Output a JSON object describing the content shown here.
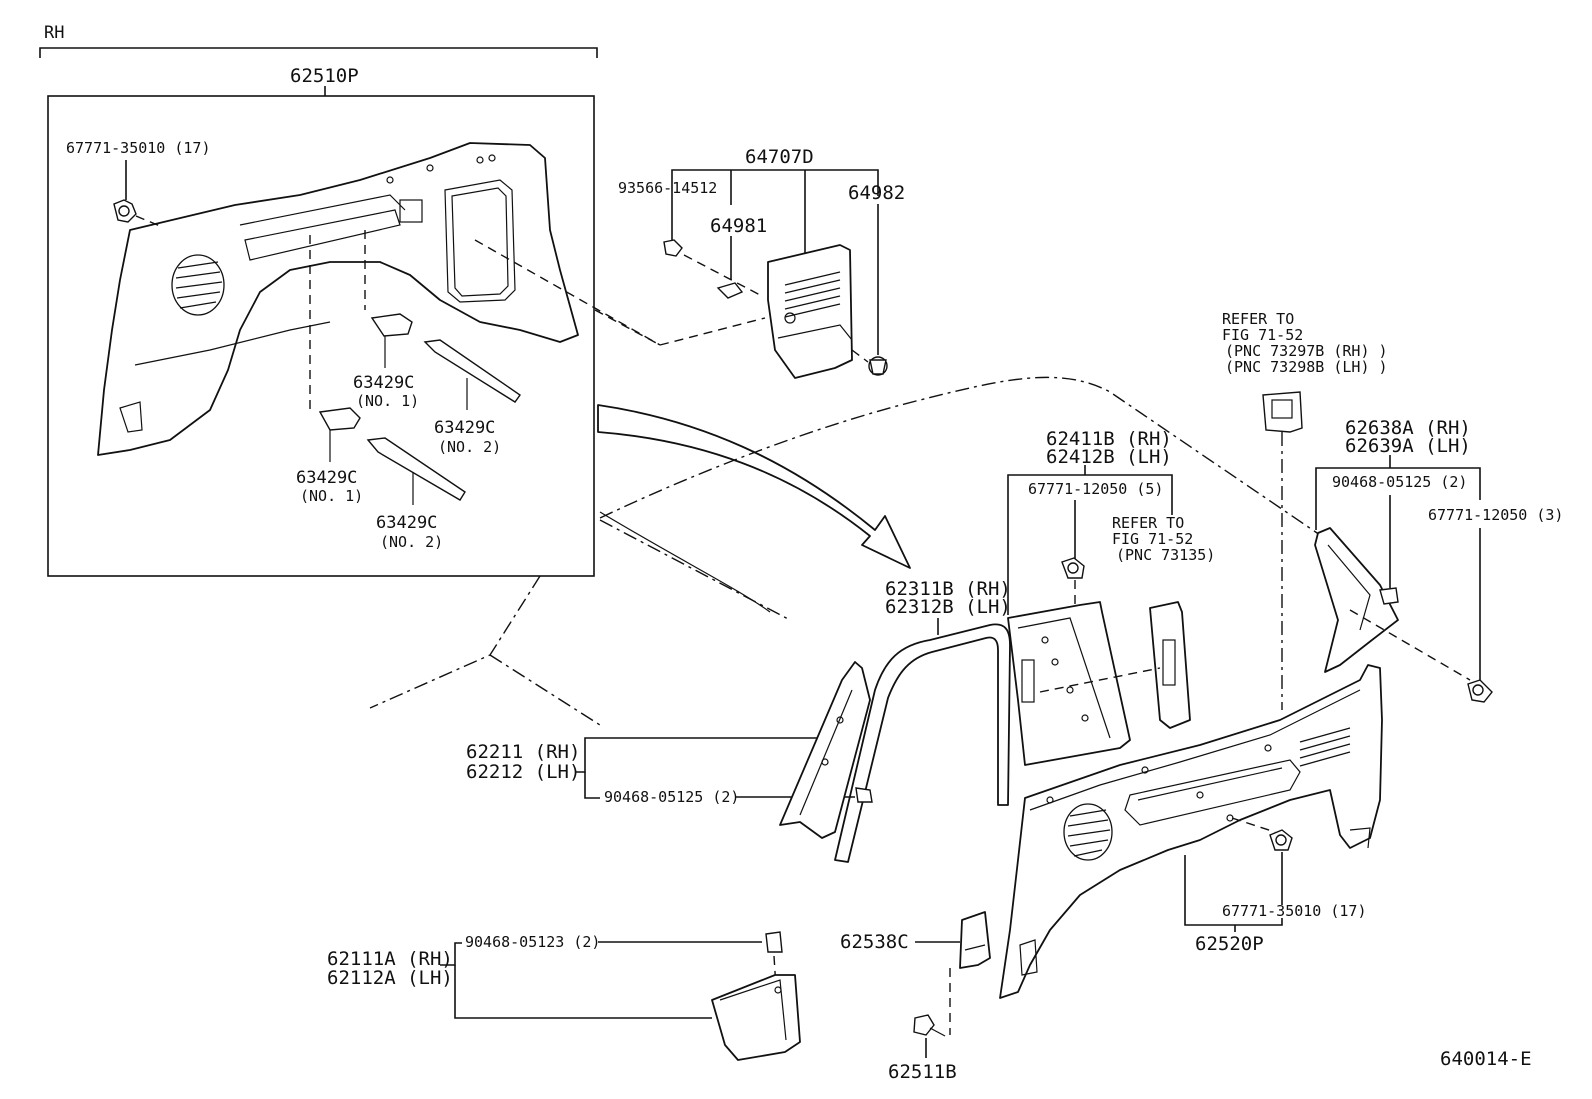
{
  "header": {
    "side": "RH"
  },
  "inset": {
    "assembly": "62510P"
  },
  "labels": {
    "clip_inset": "67771-35010 (17)",
    "l63429c_a": "63429C",
    "l63429c_a_sub": "(NO. 1)",
    "l63429c_b": "63429C",
    "l63429c_b_sub": "(NO. 2)",
    "l63429c_c": "63429C",
    "l63429c_c_sub": "(NO. 1)",
    "l63429c_d": "63429C",
    "l63429c_d_sub": "(NO. 2)",
    "p64707d": "64707D",
    "p93566": "93566-14512",
    "p64981": "64981",
    "p64982": "64982",
    "refer1_a": "REFER TO",
    "refer1_b": "FIG 71-52",
    "refer1_c": "(PNC 73297B (RH) )",
    "refer1_d": "(PNC 73298B (LH) )",
    "p62638a": "62638A (RH)",
    "p62639a": "62639A (LH)",
    "p90468_right": "90468-05125 (2)",
    "p67771_12050_3": "67771-12050 (3)",
    "p62411b": "62411B (RH)",
    "p62412b": "62412B (LH)",
    "p67771_12050_5": "67771-12050 (5)",
    "refer2_a": "REFER TO",
    "refer2_b": "FIG 71-52",
    "refer2_c": "(PNC 73135)",
    "p62311b": "62311B (RH)",
    "p62312b": "62312B (LH)",
    "p62211": "62211 (RH)",
    "p62212": "62212 (LH)",
    "p90468_left": "90468-05125 (2)",
    "p67771_35010": "67771-35010 (17)",
    "p62520p": "62520P",
    "p62538c": "62538C",
    "p62511b": "62511B",
    "p62111a": "62111A (RH)",
    "p62112a": "62112A (LH)",
    "p90468_05123": "90468-05123 (2)",
    "figure_id": "640014-E"
  }
}
